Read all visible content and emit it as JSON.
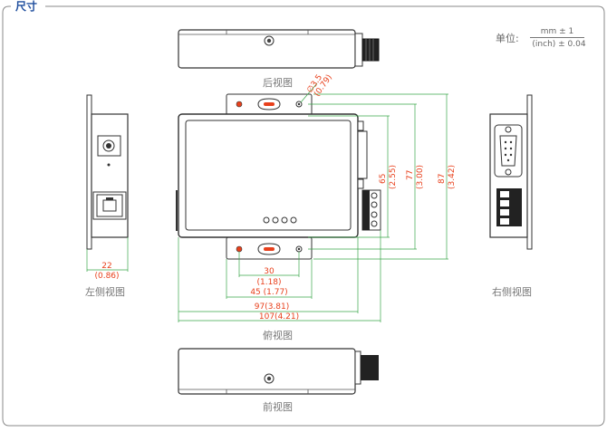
{
  "section_title": "尺寸",
  "unit": {
    "label": "单位:",
    "numerator": "mm ± 1",
    "denominator": "(inch) ± 0.04"
  },
  "views": {
    "rear": "后视图",
    "left": "左侧视图",
    "right": "右侧视图",
    "top": "俯视图",
    "front": "前视图"
  },
  "dimensions": {
    "hole_dia": "∅3.5",
    "hole_dia_in": "(0.79)",
    "d65": "65",
    "d65_in": "(2.55)",
    "d77": "77",
    "d77_in": "(3.00)",
    "d87": "87",
    "d87_in": "(3.42)",
    "d22": "22",
    "d22_in": "(0.86)",
    "d30": "30",
    "d30_in": "(1.18)",
    "d45": "45 (1.77)",
    "d97": "97(3.81)",
    "d107": "107(4.21)"
  },
  "colors": {
    "title": "#1f4e9e",
    "dimension": "#e8401c",
    "outline": "#333333"
  }
}
